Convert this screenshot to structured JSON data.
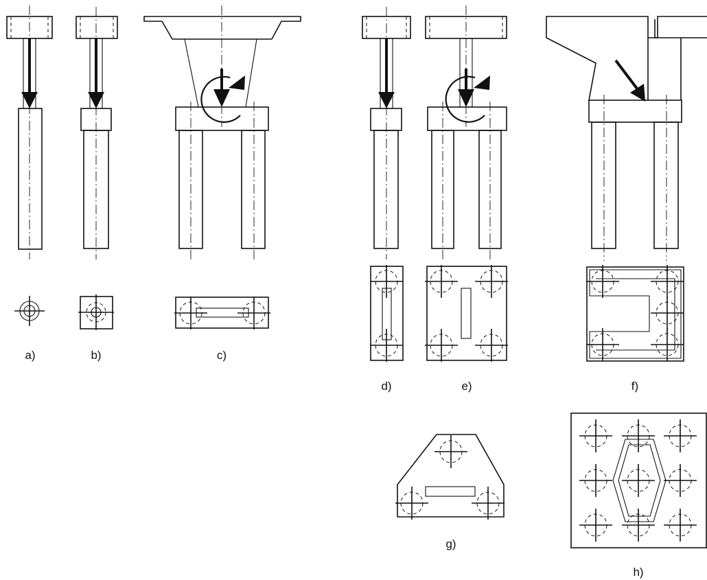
{
  "figure": {
    "labels": {
      "a": "a)",
      "b": "b)",
      "c": "c)",
      "d": "d)",
      "e": "e)",
      "f": "f)",
      "g": "g)",
      "h": "h)"
    }
  }
}
